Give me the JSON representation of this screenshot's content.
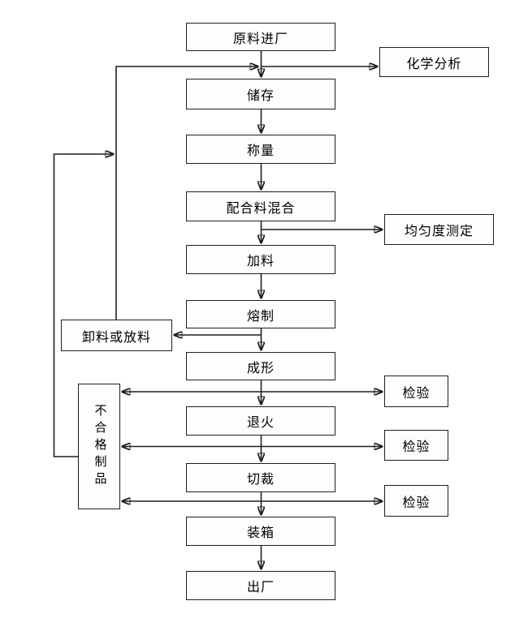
{
  "diagram": {
    "type": "flowchart",
    "colors": {
      "line": "#1f1f1f",
      "box_border": "#1f1f1f",
      "box_fill": "#fcfdfe",
      "background": "#ffffff",
      "text": "#000000"
    },
    "main_flow": [
      {
        "label": "原料进厂"
      },
      {
        "label": "储存"
      },
      {
        "label": "称量"
      },
      {
        "label": "配合料混合"
      },
      {
        "label": "加料"
      },
      {
        "label": "熔制"
      },
      {
        "label": "成形"
      },
      {
        "label": "退火"
      },
      {
        "label": "切裁"
      },
      {
        "label": "装箱"
      },
      {
        "label": "出厂"
      }
    ],
    "side_nodes": {
      "chemical_analysis": {
        "label": "化学分析"
      },
      "uniformity_test": {
        "label": "均匀度测定"
      },
      "unload_or_discharge": {
        "label": "卸料或放料"
      },
      "nonconforming_products": {
        "label": "不合格制品"
      },
      "inspection_1": {
        "label": "检验"
      },
      "inspection_2": {
        "label": "检验"
      },
      "inspection_3": {
        "label": "检验"
      }
    }
  }
}
